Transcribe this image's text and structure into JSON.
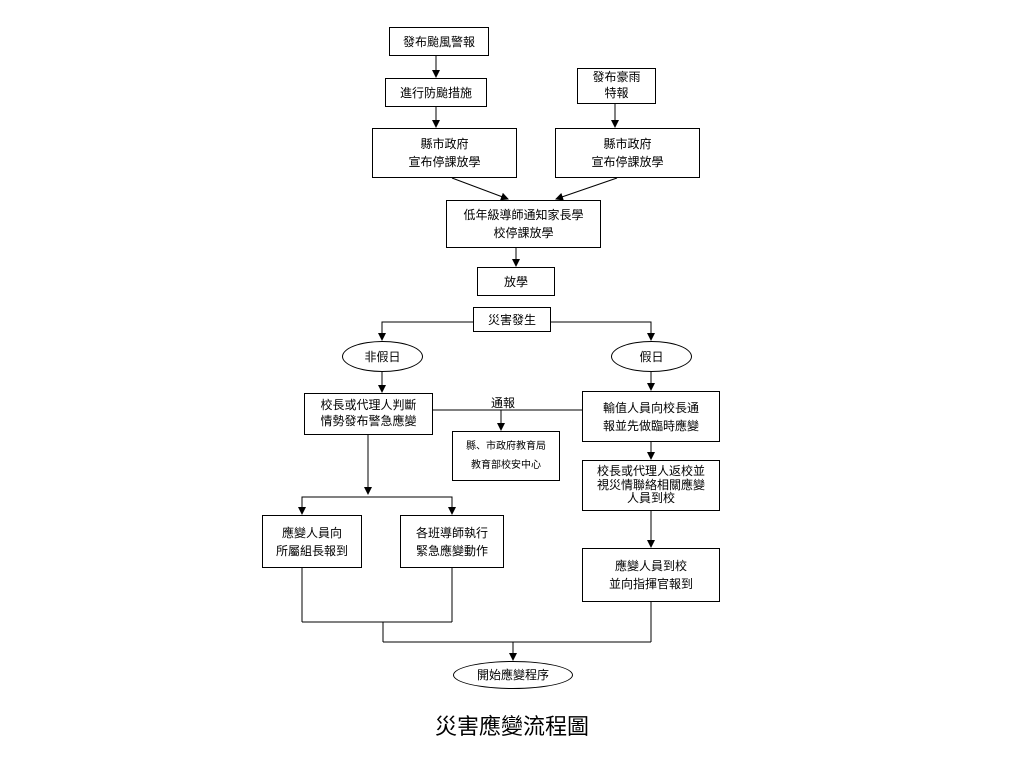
{
  "diagram": {
    "title": "災害應變流程圖",
    "nodes": {
      "typhoon_warning": "發布颱風警報",
      "typhoon_prep": "進行防颱措施",
      "rain_warning": "發布豪雨\n特報",
      "gov_announce_left": "縣市政府\n宣布停課放學",
      "gov_announce_right": "縣市政府\n宣布停課放學",
      "notify_parents": "低年級導師通知家長學\n校停課放學",
      "dismiss": "放學",
      "disaster_occurs": "災害發生",
      "non_holiday": "非假日",
      "holiday": "假日",
      "principal_judge": "校長或代理人判斷\n情勢發布警急應變",
      "duty_report": "輸值人員向校長通\n報並先做臨時應變",
      "education_bureau": "縣、市政府教育局\n教育部校安中心",
      "principal_return": "校長或代理人返校並\n視災情聯絡相關應變\n人員到校",
      "staff_report_group": "應變人員向\n所屬組長報到",
      "teachers_action": "各班導師執行\n緊急應變動作",
      "staff_to_school": "應變人員到校\n並向指揮官報到",
      "start_response": "開始應變程序"
    },
    "edge_labels": {
      "report": "通報"
    }
  }
}
